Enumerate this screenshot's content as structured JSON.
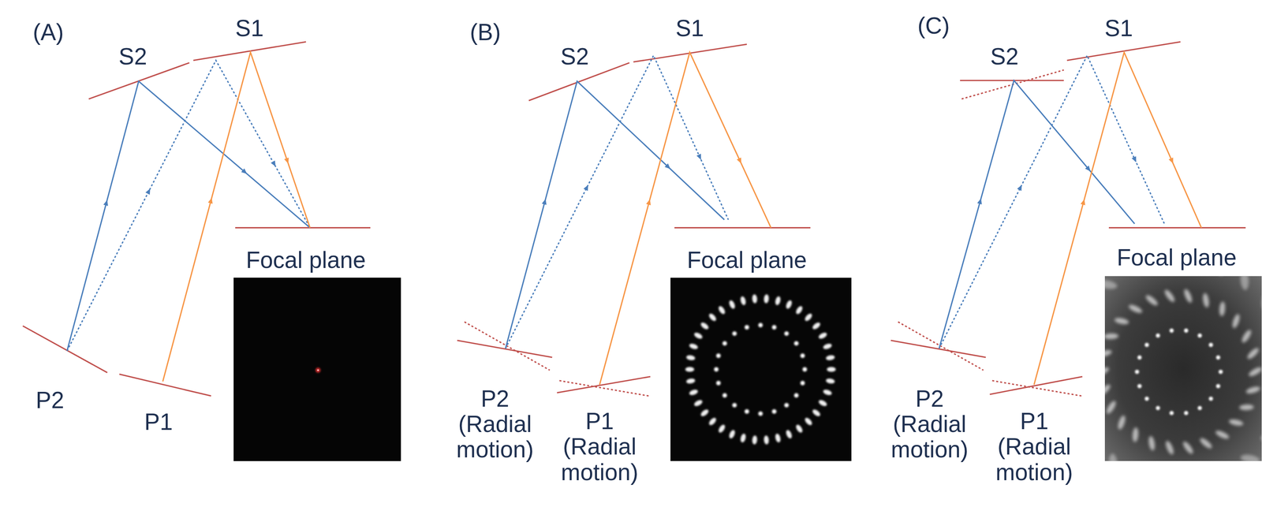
{
  "diagram": {
    "labels": [
      "(A)",
      "S2",
      "S1",
      "Focal plane",
      "P2",
      "P1",
      "(B)",
      "S2",
      "S1",
      "Focal plane",
      "P2 (Radial motion)",
      "P1 (Radial motion)",
      "(C)",
      "S2",
      "S1",
      "Focal plane",
      "P2 (Radial motion)",
      "P1 (Radial motion)"
    ]
  }
}
